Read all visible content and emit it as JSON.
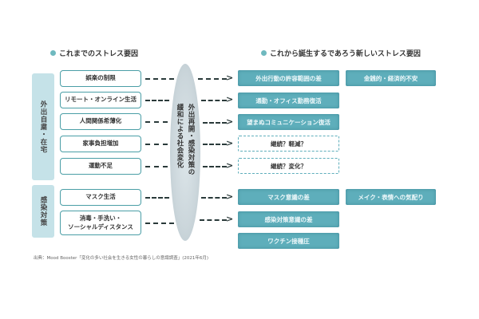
{
  "headers": {
    "left": "これまでのストレス要因",
    "right": "これから誕生するであろう新しいストレス要因"
  },
  "categories": [
    {
      "label": "外出自粛・在宅"
    },
    {
      "label": "感染対策"
    }
  ],
  "left_boxes": [
    {
      "label": "娯楽の制限"
    },
    {
      "label": "リモート・オンライン生活"
    },
    {
      "label": "人間関係希薄化"
    },
    {
      "label": "家事負担増加"
    },
    {
      "label": "運動不足"
    },
    {
      "label": "マスク生活"
    },
    {
      "label": "消毒・手洗い・\nソーシャルディスタンス"
    }
  ],
  "center": {
    "line1": "外出再開・感染対策の",
    "line2": "緩和による社会変化"
  },
  "right_boxes": [
    {
      "label": "外出行動の許容範囲の差",
      "style": "solid"
    },
    {
      "label": "金銭的・経済的不安",
      "style": "solid"
    },
    {
      "label": "通勤・オフィス勤務復活",
      "style": "solid"
    },
    {
      "label": "望まぬコミュニケーション復活",
      "style": "solid"
    },
    {
      "label": "継続？軽減？",
      "style": "dashed"
    },
    {
      "label": "継続？変化？",
      "style": "dashed"
    },
    {
      "label": "マスク意識の差",
      "style": "solid"
    },
    {
      "label": "メイク・表情への気配り",
      "style": "solid"
    },
    {
      "label": "感染対策意識の差",
      "style": "solid"
    },
    {
      "label": "ワクチン接種圧",
      "style": "solid"
    }
  ],
  "source": "出典：Mood Booster「変化の多い社会を生きる女性の暮らしの意識調査」(2021年6月)",
  "colors": {
    "accent": "#5eaebb",
    "category_bg": "#c5e2e8",
    "left_border": "#4a9ea6",
    "dot": "#6fb9bf"
  }
}
